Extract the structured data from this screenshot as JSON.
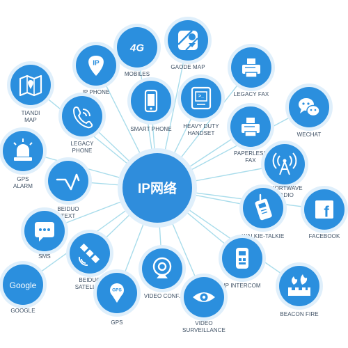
{
  "diagram": {
    "hub": {
      "label": "IP网络"
    },
    "colors": {
      "node": "#2b8fde",
      "hub": "#2f8ddc",
      "ring": "#dfeffb",
      "connector": "#a8dceb",
      "label": "#3d4f63",
      "icon": "#ffffff"
    },
    "nodes": [
      {
        "id": "mobiles",
        "label": [
          "MOBILES"
        ],
        "icon": "4g-icon"
      },
      {
        "id": "gaode-map",
        "label": [
          "GAODE MAP"
        ],
        "icon": "map-pin-icon"
      },
      {
        "id": "ip-phone",
        "label": [
          "IP PHONE"
        ],
        "icon": "ip-icon"
      },
      {
        "id": "legacy-fax",
        "label": [
          "LEGACY FAX"
        ],
        "icon": "fax-icon"
      },
      {
        "id": "tiandi-map",
        "label": [
          "TIANDI",
          "MAP"
        ],
        "icon": "folded-map-icon"
      },
      {
        "id": "smart-phone",
        "label": [
          "SMART PHONE"
        ],
        "icon": "smartphone-icon"
      },
      {
        "id": "heavy-duty-handset",
        "label": [
          "HEAVY DUTY",
          "HANDSET"
        ],
        "icon": "terminal-handset-icon"
      },
      {
        "id": "wechat",
        "label": [
          "WECHAT"
        ],
        "icon": "chat-bubbles-icon"
      },
      {
        "id": "legacy-phone",
        "label": [
          "LEGACY",
          "PHONE"
        ],
        "icon": "phone-ringing-icon"
      },
      {
        "id": "paperless-fax",
        "label": [
          "PAPERLESS",
          "FAX"
        ],
        "icon": "fax-icon"
      },
      {
        "id": "gps-alarm",
        "label": [
          "GPS",
          "ALARM"
        ],
        "icon": "alarm-light-icon"
      },
      {
        "id": "shortwave-radio",
        "label": [
          "SHORTWAVE",
          "RADIO"
        ],
        "icon": "radio-tower-icon"
      },
      {
        "id": "beiduo-text",
        "label": [
          "BEIDUO",
          "TEXT"
        ],
        "icon": "antenna-icon"
      },
      {
        "id": "facebook",
        "label": [
          "FACEBOOK"
        ],
        "icon": "facebook-icon"
      },
      {
        "id": "walkie-talkie",
        "label": [
          "WALKIE-TALKIE"
        ],
        "icon": "walkie-talkie-icon"
      },
      {
        "id": "sms",
        "label": [
          "SMS"
        ],
        "icon": "speech-bubble-icon"
      },
      {
        "id": "beiduo-satellite",
        "label": [
          "BEIDUO",
          "SATELLITE"
        ],
        "icon": "satellite-icon"
      },
      {
        "id": "ip-intercom",
        "label": [
          "IP INTERCOM"
        ],
        "icon": "intercom-icon"
      },
      {
        "id": "google",
        "label": [
          "GOOGLE"
        ],
        "icon": "google-icon"
      },
      {
        "id": "video-conf",
        "label": [
          "VIDEO CONF."
        ],
        "icon": "webcam-icon"
      },
      {
        "id": "beacon-fire",
        "label": [
          "BEACON FIRE"
        ],
        "icon": "beacon-fire-icon"
      },
      {
        "id": "gps",
        "label": [
          "GPS"
        ],
        "icon": "gps-badge-icon"
      },
      {
        "id": "video-surveillance",
        "label": [
          "VIDEO",
          "SURVEILLANCE"
        ],
        "icon": "eye-icon"
      }
    ]
  }
}
